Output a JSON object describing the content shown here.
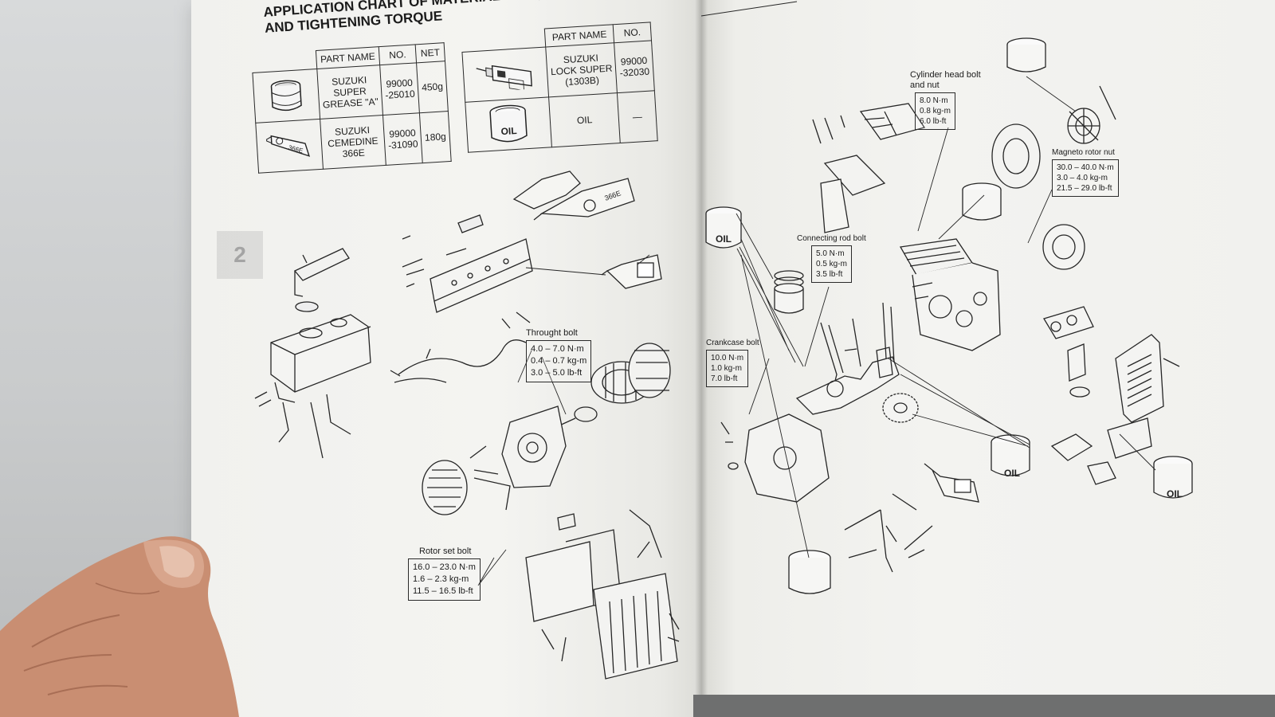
{
  "title": {
    "line1": "APPLICATION CHART OF MATERIALS REQUIRED",
    "line2": "AND TIGHTENING TORQUE"
  },
  "page_tab": "2",
  "table_left": {
    "headers": {
      "part_name": "PART NAME",
      "no": "NO.",
      "net": "NET"
    },
    "rows": [
      {
        "part_name": [
          "SUZUKI",
          "SUPER",
          "GREASE \"A\""
        ],
        "no": [
          "99000",
          "-25010"
        ],
        "net": "450g",
        "icon": "grease-can-icon"
      },
      {
        "part_name": [
          "SUZUKI",
          "CEMEDINE",
          "366E"
        ],
        "no": [
          "99000",
          "-31090"
        ],
        "net": "180g",
        "icon": "cemedine-tube-icon",
        "tube_label": "366E"
      }
    ]
  },
  "table_right": {
    "headers": {
      "part_name": "PART NAME",
      "no": "NO."
    },
    "rows": [
      {
        "part_name": [
          "SUZUKI",
          "LOCK SUPER",
          "(1303B)"
        ],
        "no": [
          "99000",
          "-32030"
        ],
        "icon": "thread-lock-bottle-icon"
      },
      {
        "part_name": [
          "OIL"
        ],
        "no": [
          "—"
        ],
        "icon": "oil-can-icon",
        "can_label": "OIL"
      }
    ]
  },
  "callouts": {
    "throught_bolt": {
      "label": "Throught bolt",
      "values": [
        "4.0 – 7.0 N·m",
        "0.4 – 0.7 kg-m",
        "3.0 – 5.0 lb-ft"
      ]
    },
    "rotor_set_bolt": {
      "label": "Rotor set bolt",
      "values": [
        "16.0 – 23.0 N·m",
        "1.6 – 2.3 kg-m",
        "11.5 – 16.5 lb-ft"
      ]
    },
    "cylinder_head_bolt": {
      "label": [
        "Cylinder head bolt",
        "and nut"
      ],
      "values": [
        "8.0 N·m",
        "0.8 kg-m",
        "6.0 lb-ft"
      ]
    },
    "magneto_rotor_nut": {
      "label": "Magneto rotor nut",
      "values": [
        "30.0 – 40.0 N·m",
        "3.0 – 4.0 kg-m",
        "21.5 – 29.0 lb-ft"
      ]
    },
    "connecting_rod_bolt": {
      "label": "Connecting rod bolt",
      "values": [
        "5.0 N·m",
        "0.5 kg-m",
        "3.5 lb-ft"
      ]
    },
    "crankcase_bolt": {
      "label": "Crankcase bolt",
      "values": [
        "10.0 N·m",
        "1.0 kg-m",
        "7.0 lb-ft"
      ]
    }
  },
  "diagram": {
    "oil_can_label": "OIL",
    "tube_label": "366E"
  },
  "colors": {
    "paper": "#f2f2ef",
    "ink": "#1b1b1b",
    "background": "#cfd1d2",
    "skin": "#c98e72"
  }
}
